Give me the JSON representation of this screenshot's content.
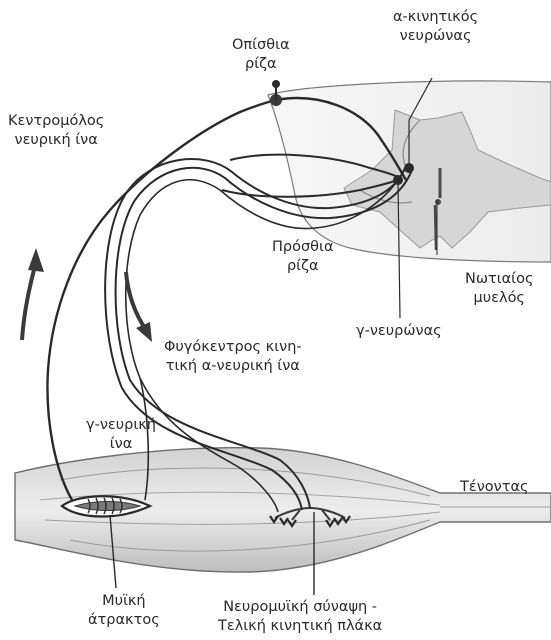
{
  "labels": {
    "alpha_motor_neuron": [
      "α-κινητικός",
      "νευρώνας"
    ],
    "dorsal_root": [
      "Οπίσθια",
      "ρίζα"
    ],
    "afferent_fiber": [
      "Κεντρομόλος",
      "νευρική ίνα"
    ],
    "ventral_root": [
      "Πρόσθια",
      "ρίζα"
    ],
    "spinal_cord": [
      "Νωτιαίος",
      "μυελός"
    ],
    "gamma_neuron": [
      "γ-νευρώνας"
    ],
    "efferent_alpha_fiber": [
      "Φυγόκεντρος κινη-",
      "τική α-νευρική ίνα"
    ],
    "gamma_fiber": [
      "γ-νευρική",
      "ίνα"
    ],
    "tendon": [
      "Τένοντας"
    ],
    "muscle_spindle": [
      "Μυϊκή",
      "άτρακτος"
    ],
    "neuromuscular_junction": [
      "Νευρομυϊκή σύναψη -",
      "Τελική κινητική πλάκα"
    ]
  },
  "colors": {
    "ink": "#2a2a2a",
    "gray_matter": "#d6d6d6",
    "muscle": "#b9b9b9"
  }
}
